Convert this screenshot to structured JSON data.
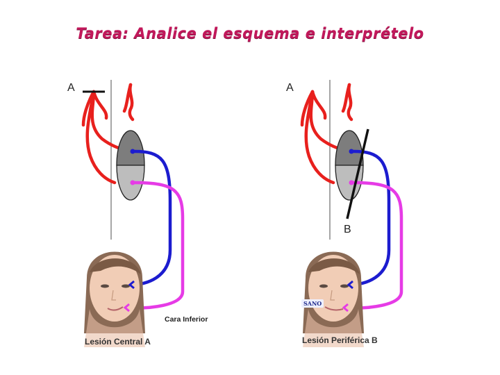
{
  "title": "Tarea: Analice el esquema e interprételo",
  "panel_a": {
    "point_label": "A",
    "region_label": "Cara Inferior",
    "caption": "Lesión Central A"
  },
  "panel_b": {
    "point_label": "A",
    "lesion_label": "B",
    "side_label": "SANO",
    "caption": "Lesión Periférica B"
  },
  "colors": {
    "title": "#c2185b",
    "upper_pathway": "#e8201d",
    "upper_face_nerve": "#1c1ccf",
    "lower_face_nerve": "#e63be6",
    "nucleus_upper": "#7d7d7d",
    "nucleus_lower": "#bdbdbd",
    "hair": "#8a6a55",
    "skin": "#f1cdb6"
  }
}
